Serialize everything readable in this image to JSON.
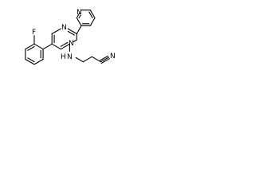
{
  "molecule": {
    "atoms": {
      "fluorine": "F",
      "pyrimidine_n1": "N",
      "pyrimidine_n3": "N",
      "pyridine_n": "N",
      "amine_n": "N",
      "amine_h": "H",
      "nitrile_n": "N"
    }
  }
}
